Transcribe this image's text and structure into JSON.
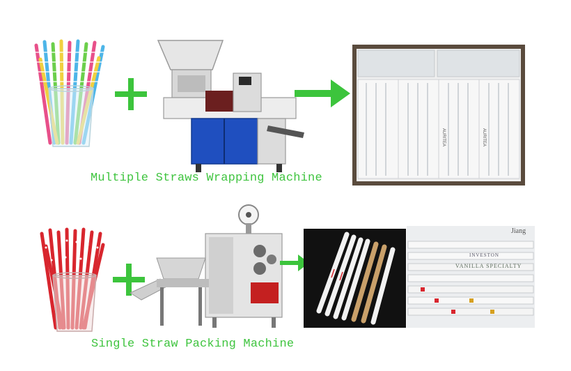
{
  "rows": [
    {
      "caption": "Multiple Straws Wrapping Machine",
      "input_image": "striped-paper-straws-in-glass",
      "machine_image": "multiple-straws-wrapping-machine",
      "output_image": "box-of-wrapped-straw-bundles"
    },
    {
      "caption": "Single Straw Packing Machine",
      "input_image": "red-paper-straws-in-glass",
      "machine_image": "single-straw-packing-machine",
      "output_images": [
        "individually-wrapped-straws-on-black",
        "printed-wrapped-straws-closeup"
      ]
    }
  ],
  "output_print": {
    "top_pack": "AURITEA",
    "closeup_1": "INVESTON",
    "closeup_2": "VANILLA SPECIALTY",
    "closeup_3": "Jiang"
  },
  "colors": {
    "accent_green": "#3cc43c",
    "machine_blue": "#1f4fbf",
    "straw_red": "#d8262e"
  }
}
